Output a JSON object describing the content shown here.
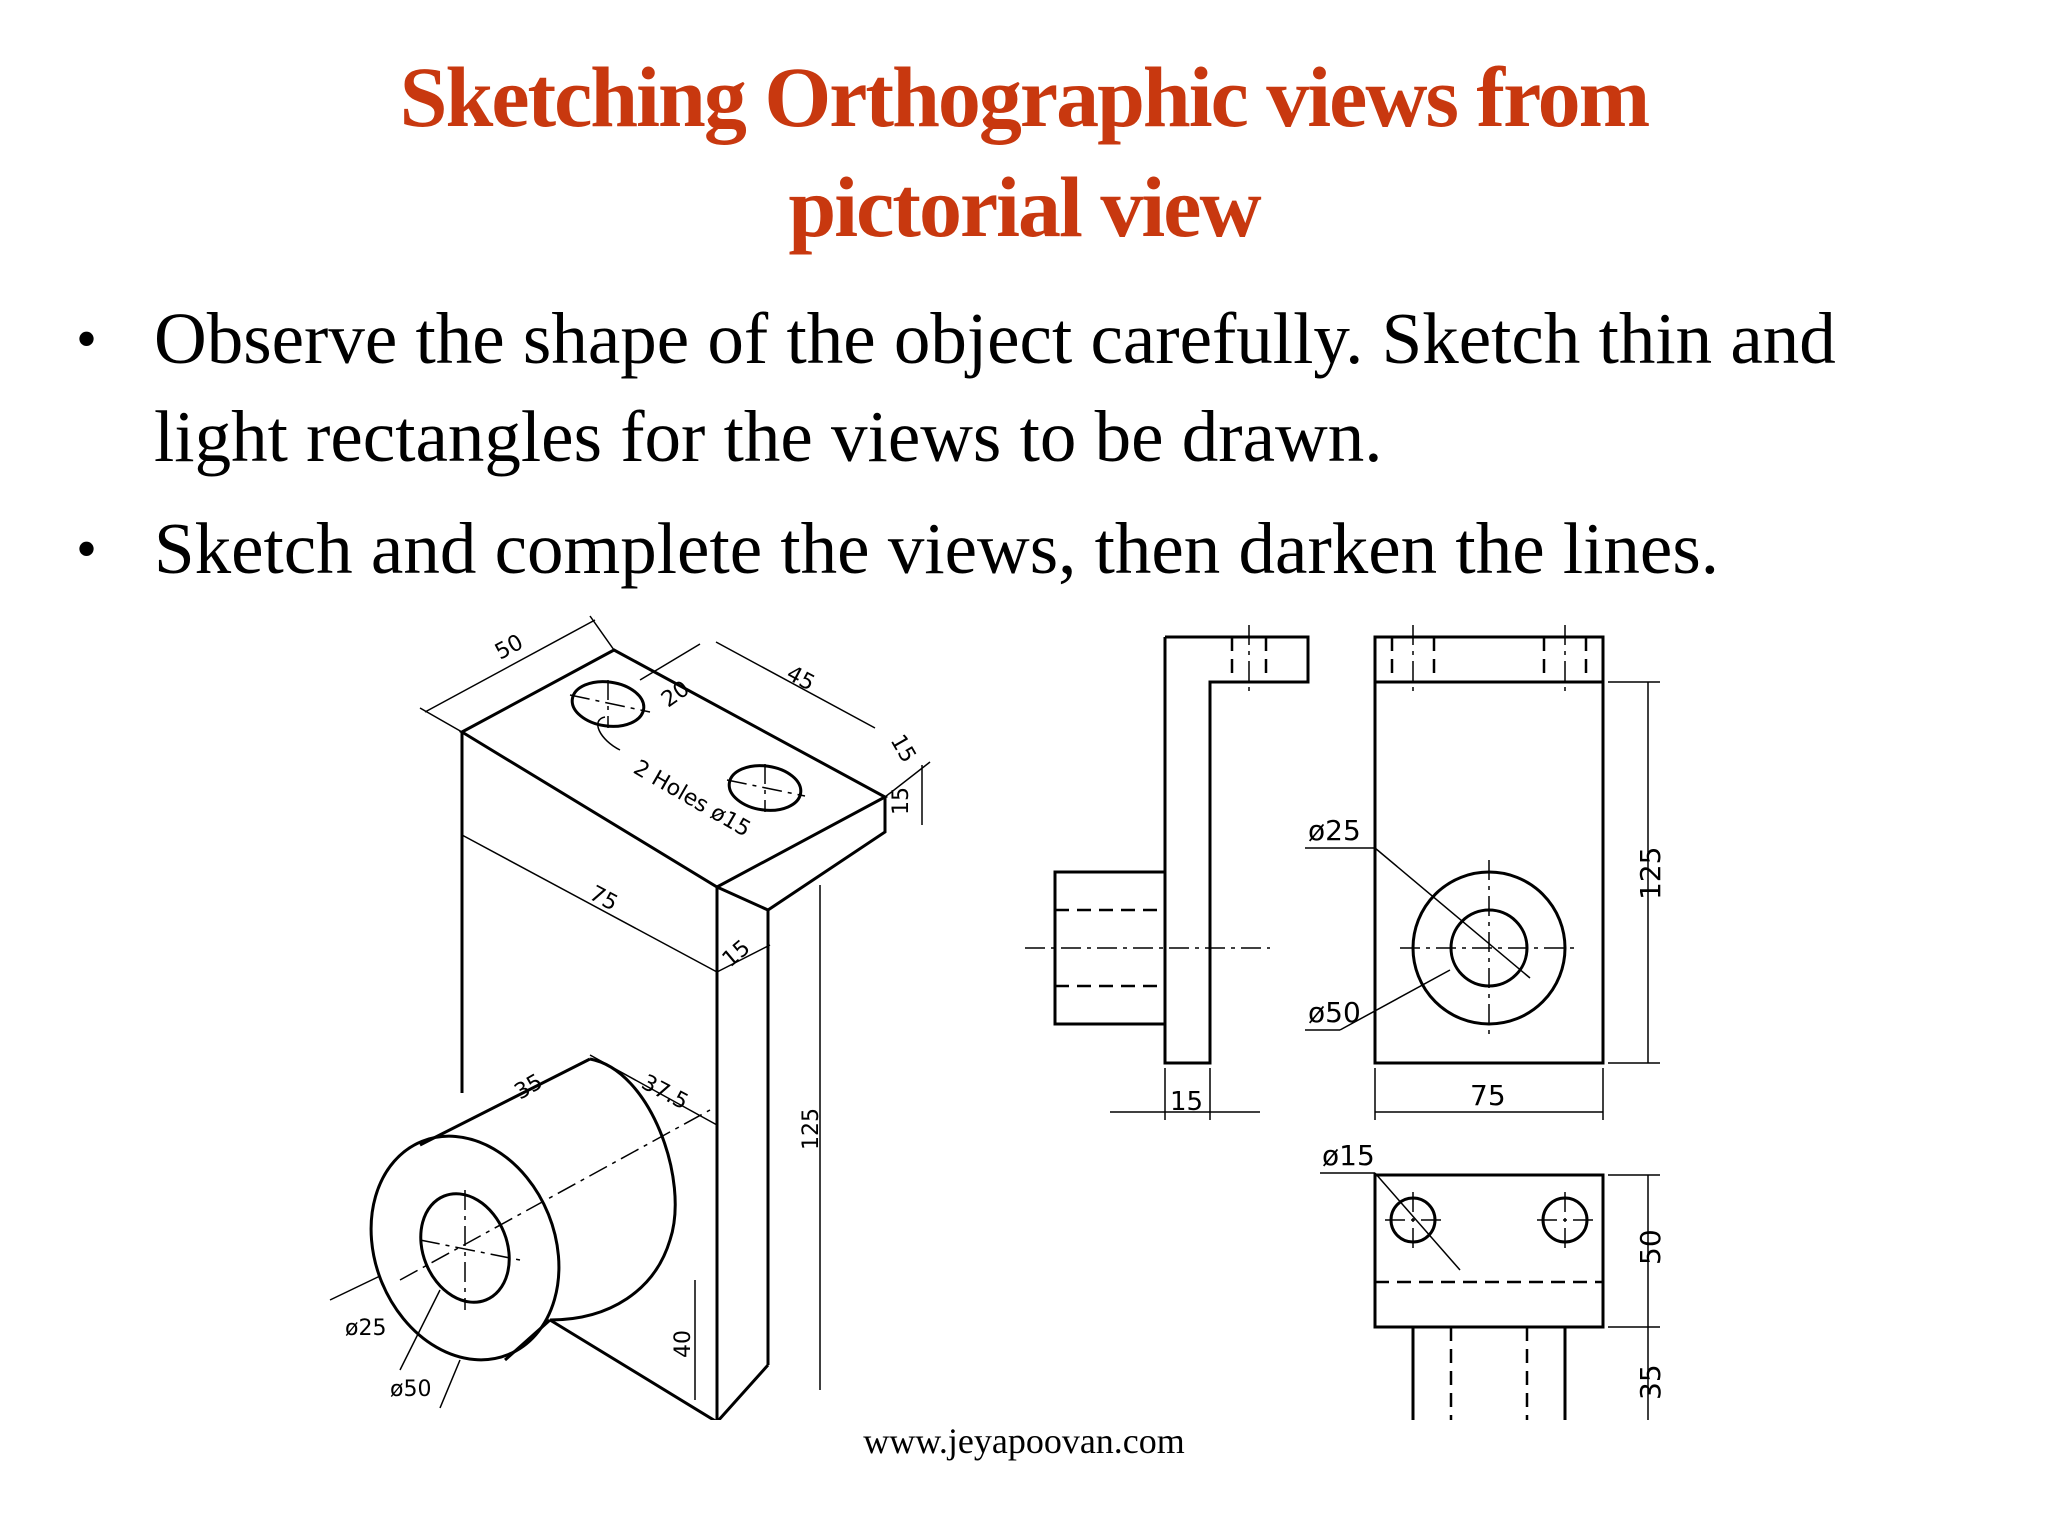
{
  "title": {
    "line1": "Sketching Orthographic views from",
    "line2": "pictorial view"
  },
  "bullets": [
    "Observe the shape of the object carefully. Sketch thin and light rectangles for the views to be drawn.",
    "Sketch and complete the views, then darken the lines."
  ],
  "pictorial_labels": {
    "d50": "50",
    "d45": "45",
    "d20": "20",
    "d15a": "15",
    "d15b": "15",
    "d15c": "15",
    "d75": "75",
    "d37_5": "37.5",
    "d35": "35",
    "d125": "125",
    "d40": "40",
    "holes": "2 Holes ø15",
    "dia25": "ø25",
    "dia50": "ø50"
  },
  "ortho_labels": {
    "dia25": "ø25",
    "dia50": "ø50",
    "h125": "125",
    "w15": "15",
    "w75": "75",
    "dia15": "ø15",
    "d50": "50",
    "d35": "35"
  },
  "footer": "www.jeyapoovan.com",
  "colors": {
    "title": "#c8380f",
    "text": "#000000"
  }
}
